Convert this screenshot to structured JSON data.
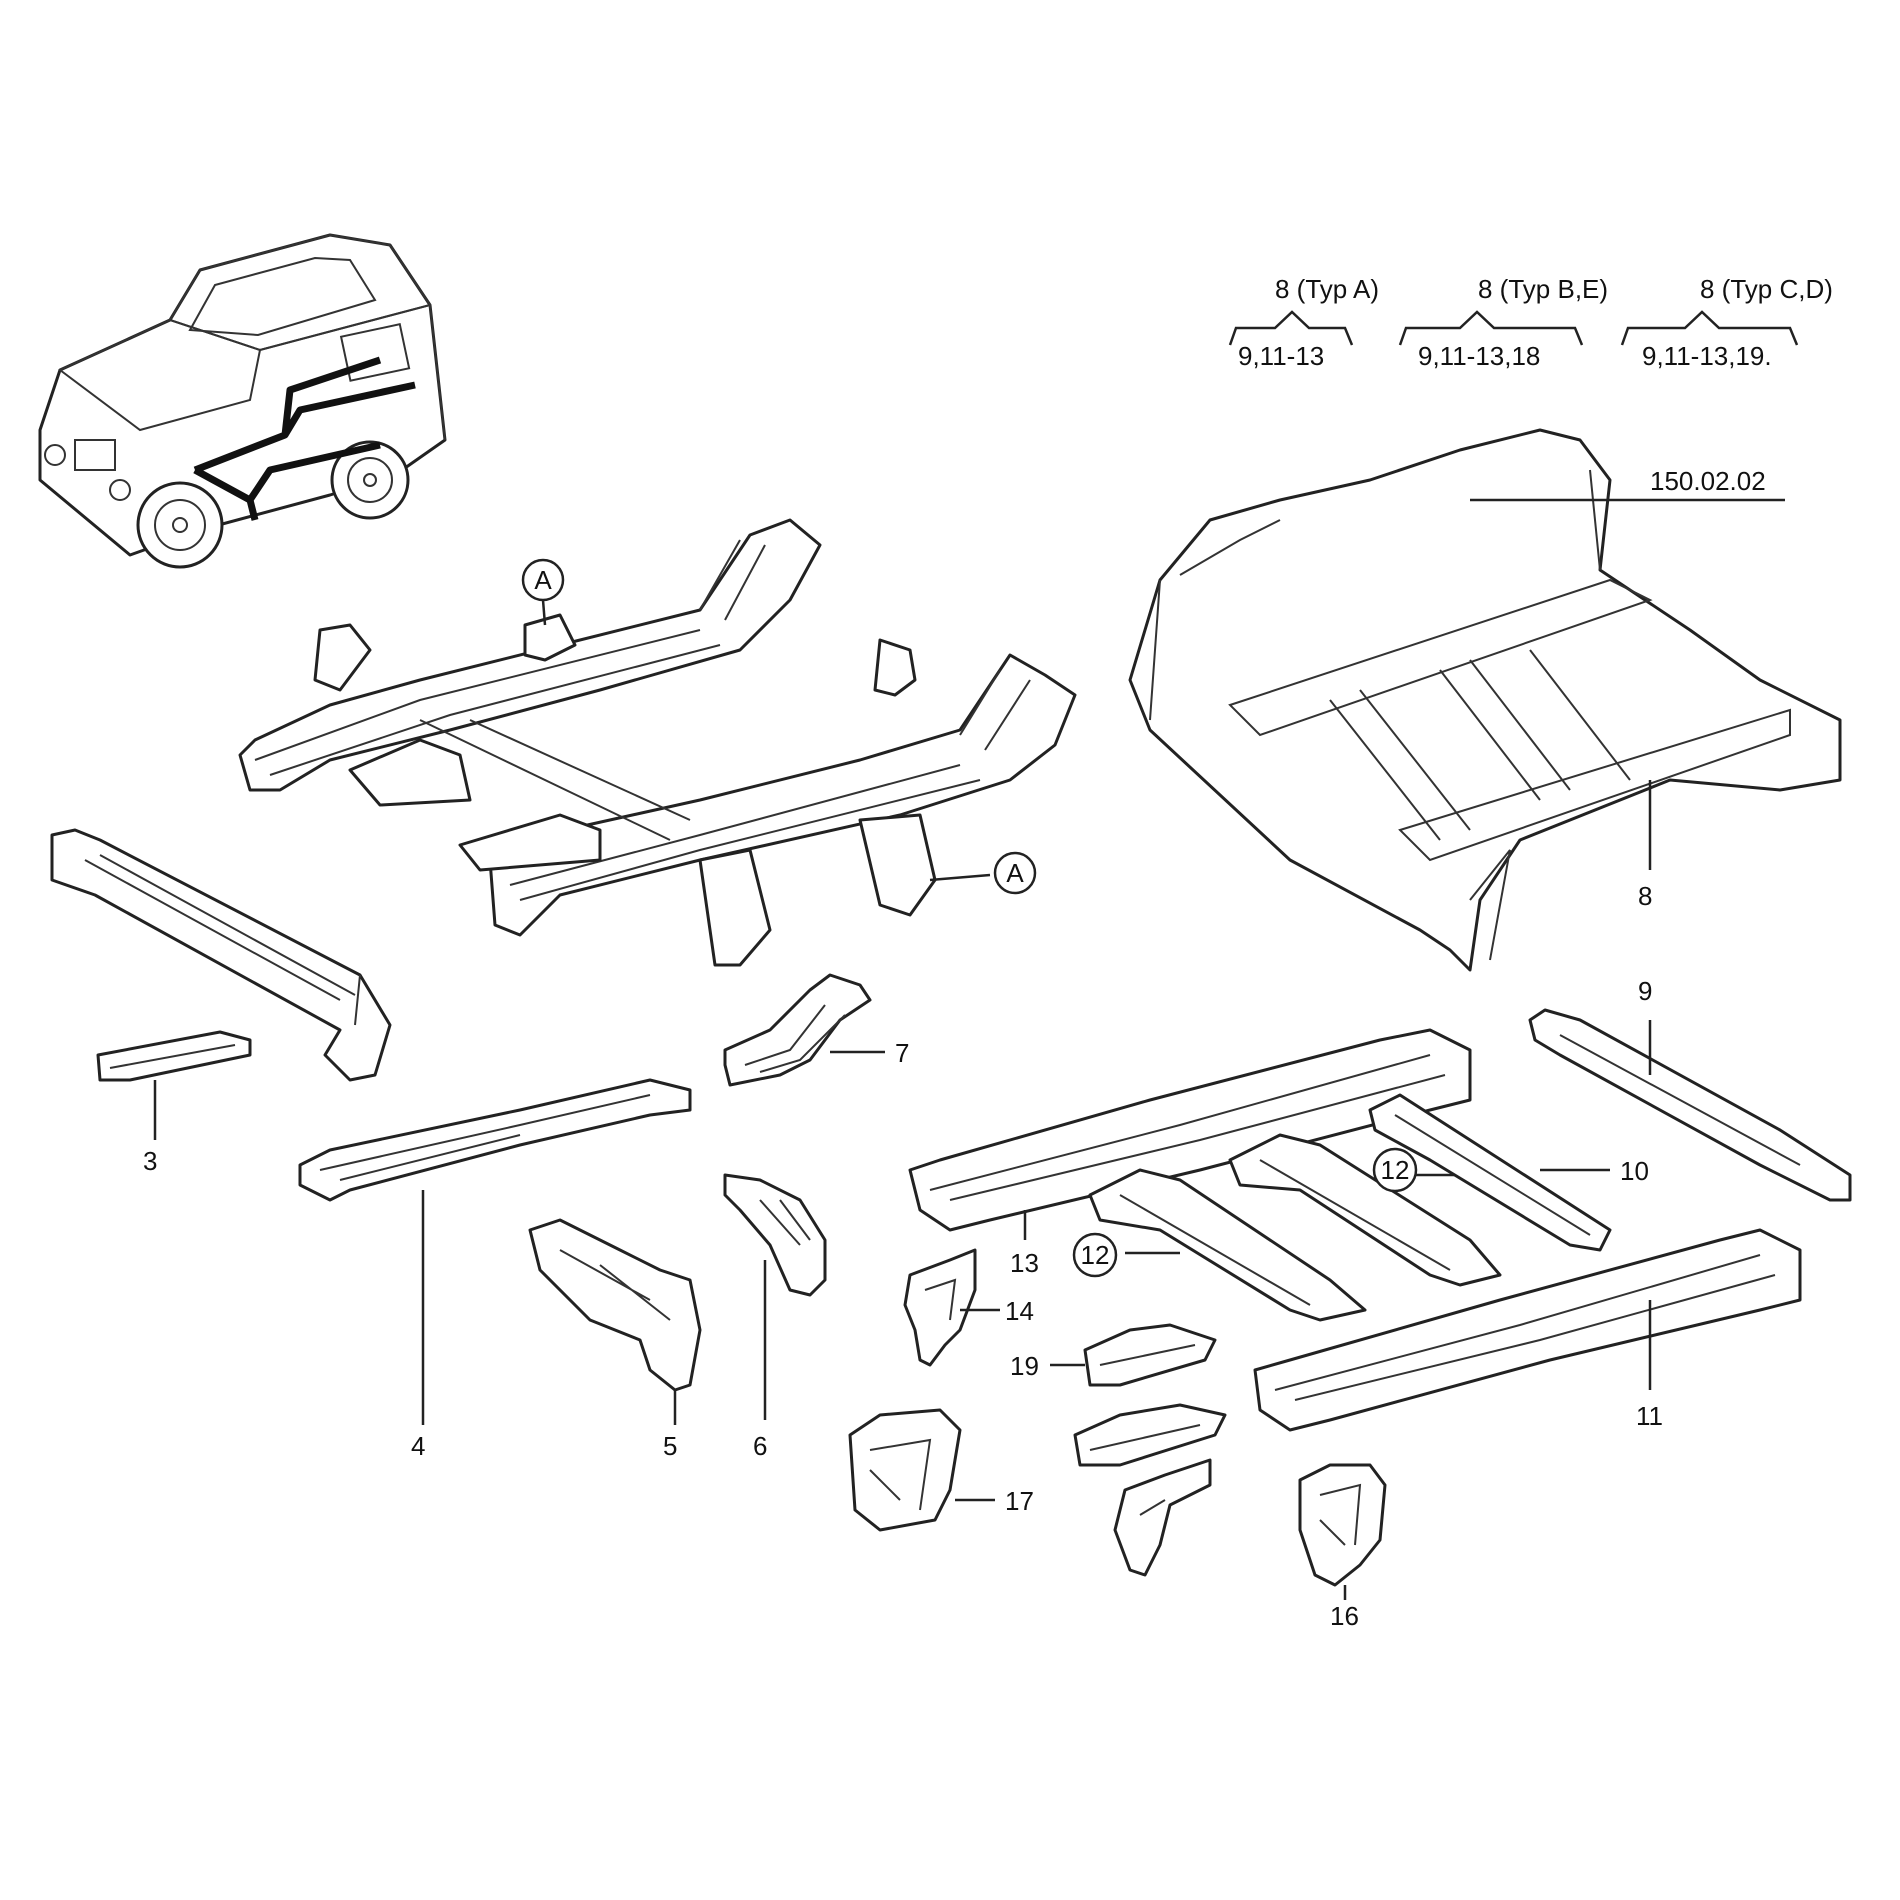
{
  "type_groups": [
    {
      "title": "8  (Typ A)",
      "parts": "9,11-13"
    },
    {
      "title": "8 (Typ B,E)",
      "parts": "9,11-13,18"
    },
    {
      "title": "8 (Typ C,D)",
      "parts": "9,11-13,19."
    }
  ],
  "reference": "150.02.02",
  "marks": {
    "a": "A",
    "twelve": "12"
  },
  "callouts": {
    "p3": "3",
    "p4": "4",
    "p5": "5",
    "p6": "6",
    "p7": "7",
    "p8": "8",
    "p9": "9",
    "p10": "10",
    "p11": "11",
    "p13": "13",
    "p14": "14",
    "p16": "16",
    "p17": "17",
    "p19": "19"
  }
}
